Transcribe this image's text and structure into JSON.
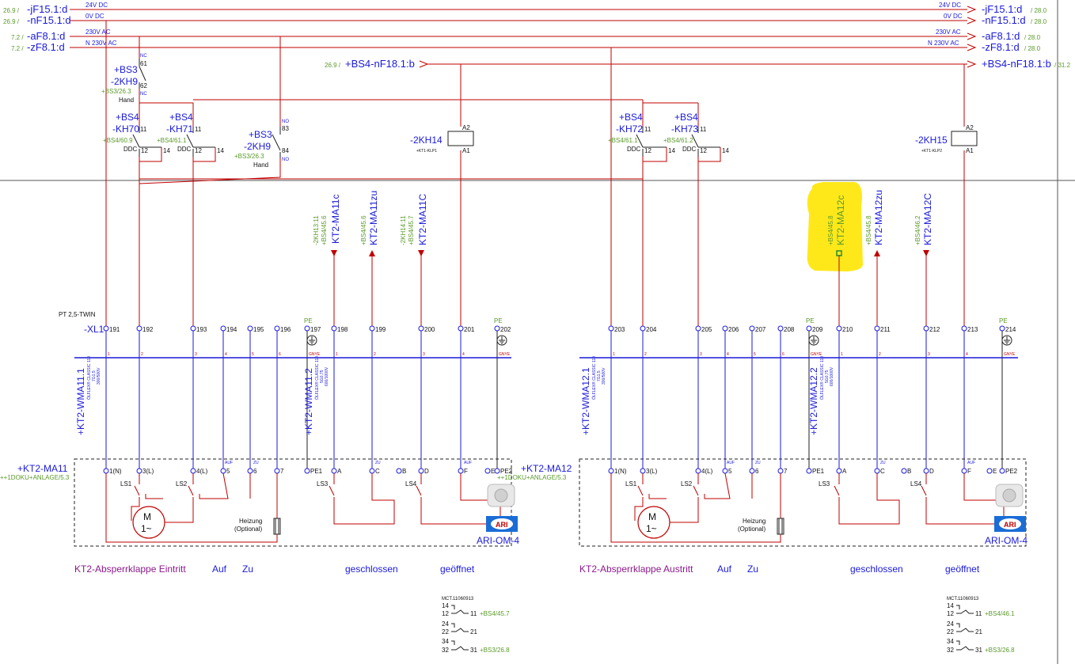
{
  "rails": {
    "left": [
      {
        "ref": "26.9 /",
        "name": "-jF15.1:d"
      },
      {
        "ref": "26.9 /",
        "name": "-nF15.1:d"
      },
      {
        "ref": "7.2 /",
        "name": "-aF8.1:d"
      },
      {
        "ref": "7.2 /",
        "name": "-zF8.1:d"
      }
    ],
    "right": [
      {
        "name": "-jF15.1:d",
        "ref": "/ 28.0"
      },
      {
        "name": "-nF15.1:d",
        "ref": "/ 28.0"
      },
      {
        "name": "-aF8.1:d",
        "ref": "/ 28.0"
      },
      {
        "name": "-zF8.1:d",
        "ref": "/ 28.0"
      }
    ],
    "voltages": [
      "24V DC",
      "0V DC",
      "230V AC",
      "N 230V AC"
    ],
    "bs4_left_ref": "26.9 /",
    "bs4_left": "+BS4-nF18.1:b",
    "bs4_right": "+BS4-nF18.1:b",
    "bs4_right_ref": "/ 31.2"
  },
  "relays": {
    "kh9a": {
      "loc": "+BS3",
      "name": "-2KH9",
      "t1": "61",
      "t2": "62",
      "nc": "NC",
      "ref": "+BS3/26.3",
      "mode": "Hand"
    },
    "kh70": {
      "loc": "+BS4",
      "name": "-KH70",
      "t1": "11",
      "t2": "12",
      "t3": "14",
      "ref": "+BS4/60.9",
      "ddc": "DDC"
    },
    "kh71": {
      "loc": "+BS4",
      "name": "-KH71",
      "t1": "11",
      "t2": "12",
      "t3": "14",
      "ref": "+BS4/61.1",
      "ddc": "DDC"
    },
    "kh9b": {
      "loc": "+BS3",
      "name": "-2KH9",
      "t1": "83",
      "t2": "84",
      "no": "NO",
      "ref": "+BS3/26.3",
      "mode": "Hand"
    },
    "kh72": {
      "loc": "+BS4",
      "name": "-KH72",
      "t1": "11",
      "t2": "12",
      "t3": "14",
      "ref": "+BS4/61.1",
      "ddc": "DDC"
    },
    "kh73": {
      "loc": "+BS4",
      "name": "-KH73",
      "t1": "11",
      "t2": "12",
      "t3": "14",
      "ref": "+BS4/61.2",
      "ddc": "DDC"
    },
    "kh14": {
      "name": "-2KH14",
      "sub": "+KT1-KLP1",
      "a1": "A1",
      "a2": "A2"
    },
    "kh15": {
      "name": "-2KH15",
      "sub": "+KT1-KLP2",
      "a1": "A1",
      "a2": "A2"
    }
  },
  "signals": [
    {
      "name": "KT2-MA11c",
      "ref1": "-2KH13:11",
      "ref2": "+BS4/45.6"
    },
    {
      "name": "KT2-MA11zu",
      "ref1": "",
      "ref2": "+BS4/45.6"
    },
    {
      "name": "KT2-MA11C",
      "ref1": "-2KH14:11",
      "ref2": "+BS4/45.7"
    },
    {
      "name": "KT2-MA12c",
      "ref1": "",
      "ref2": "+BS4/45.8"
    },
    {
      "name": "KT2-MA12zu",
      "ref1": "",
      "ref2": "+BS4/45.8"
    },
    {
      "name": "KT2-MA12C",
      "ref1": "",
      "ref2": "+BS4/46.2"
    }
  ],
  "terminal_strip": {
    "type": "PT 2,5-TWIN",
    "name": "-XL1",
    "pe": "PE",
    "left": [
      "191",
      "192",
      "193",
      "194",
      "195",
      "196",
      "197",
      "198",
      "199",
      "200",
      "201",
      "202"
    ],
    "right": [
      "203",
      "204",
      "205",
      "206",
      "207",
      "208",
      "209",
      "210",
      "211",
      "212",
      "213",
      "214"
    ],
    "core_labels": [
      "1",
      "2",
      "3",
      "4",
      "5",
      "6",
      "GNYE",
      "1",
      "2",
      "3",
      "4",
      "GNYE"
    ]
  },
  "cables": {
    "c1": "+KT2-WMA11.1",
    "c2": "+KT2-WMA11.2",
    "c3": "+KT2-WMA12.1",
    "c4": "+KT2-WMA12.2",
    "spec1": "ÖLFLEX® CLASSIC 110",
    "spec2": "7G1,5",
    "spec3": "300/500V",
    "spec4": "ÖLFLEX® CLASSIC 110",
    "spec5": "5G0,75",
    "spec6": "600/1000V"
  },
  "actuators": {
    "left": {
      "name": "+KT2-MA11",
      "doc": "++1DOKU+ANLAGE/5.3",
      "right_name": "+KT2-MA12",
      "right_doc": "++1DOKU+ANLAGE/5.3"
    },
    "terms_a": [
      "1(N)",
      "3(L)",
      "4(L)",
      "5",
      "6",
      "7"
    ],
    "terms_b": [
      "PE1",
      "A",
      "C",
      "B",
      "D",
      "F",
      "E",
      "PE2"
    ],
    "auf": "AUF",
    "zu": "ZU",
    "ls": [
      "LS1",
      "LS2",
      "LS3",
      "LS4"
    ],
    "motor_m": "M",
    "motor_phase": "1~",
    "heater1": "Heizung",
    "heater2": "(Optional)",
    "model": "ARI-OM-4",
    "logo": "ARI"
  },
  "captions": {
    "left": {
      "title": "KT2-Absperrklappe Eintritt",
      "auf": "Auf",
      "zu": "Zu",
      "closed": "geschlossen",
      "open": "geöffnet"
    },
    "right": {
      "title": "KT2-Absperrklappe Austritt",
      "auf": "Auf",
      "zu": "Zu",
      "closed": "geschlossen",
      "open": "geöffnet"
    }
  },
  "contact_tables": {
    "left": {
      "code": "MCT.11060913",
      "r14": "14",
      "r12": "12",
      "r11": "11",
      "ref11": "+BS4/45.7",
      "r24": "24",
      "r22": "22",
      "r21": "21",
      "r34": "34",
      "r32": "32",
      "r31": "31",
      "ref31": "+BS3/26.8"
    },
    "right": {
      "code": "MCT.11060913",
      "r14": "14",
      "r12": "12",
      "r11": "11",
      "ref11": "+BS4/46.1",
      "r24": "24",
      "r22": "22",
      "r21": "21",
      "r34": "34",
      "r32": "32",
      "r31": "31",
      "ref31": "+BS3/26.8"
    }
  },
  "colors": {
    "wire": "#c00000",
    "blue": "#1a1adc",
    "green": "#5a9a2a",
    "highlight": "#ffe81a",
    "purple": "#8b1a8b",
    "logo": "#1a6dd6"
  }
}
